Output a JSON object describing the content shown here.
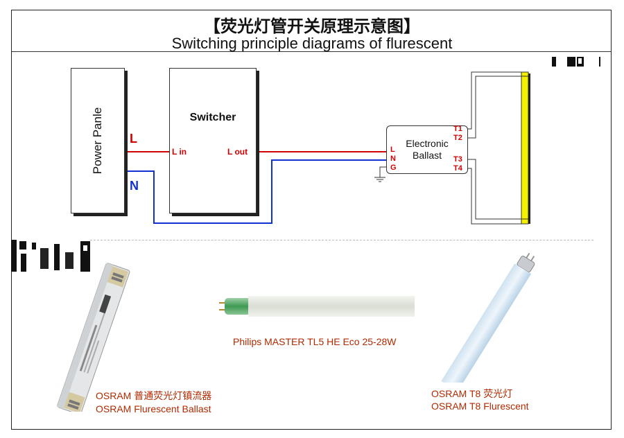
{
  "title_cn": "【荧光灯管开关原理示意图】",
  "title_en": "Switching principle diagrams of flurescent",
  "power_panel": {
    "label": "Power Panle"
  },
  "switcher": {
    "label": "Switcher",
    "lin": "L in",
    "lout": "L out"
  },
  "lines": {
    "L": "L",
    "N": "N"
  },
  "ballast": {
    "line1": "Electronic",
    "line2": "Ballast",
    "pin_L": "L",
    "pin_N": "N",
    "pin_G": "G",
    "T1": "T1",
    "T2": "T2",
    "T3": "T3",
    "T4": "T4"
  },
  "captions": {
    "philips": "Philips MASTER TL5 HE Eco 25-28W",
    "osram_ballast_cn": "OSRAM 普通荧光灯镇流器",
    "osram_ballast_en": "OSRAM Flurescent Ballast",
    "osram_t8_cn": "OSRAM  T8 荧光灯",
    "osram_t8_en": "OSRAM T8 Flurescent"
  },
  "colors": {
    "live": "#d00000",
    "neutral": "#1030d0",
    "tube": "#f5f000"
  }
}
